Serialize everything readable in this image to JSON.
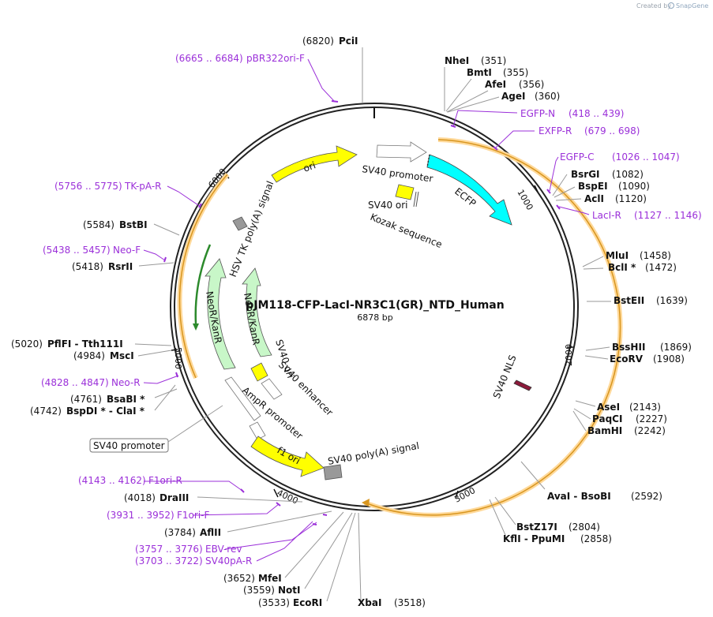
{
  "credit": {
    "prefix": "Created by",
    "brand": "SnapGene"
  },
  "plasmid": {
    "name": "pJM118-CFP-LacI-NR3C1(GR)_NTD_Human",
    "length": "6878 bp"
  },
  "ticks": [
    "1000",
    "2000",
    "3000",
    "4000",
    "5000",
    "6000"
  ],
  "enzymes": {
    "pcii": {
      "name": "PciI",
      "pos": "(6820)"
    },
    "nhei": {
      "name": "NheI",
      "pos": "(351)"
    },
    "bmti": {
      "name": "BmtI",
      "pos": "(355)"
    },
    "afei": {
      "name": "AfeI",
      "pos": "(356)"
    },
    "agei": {
      "name": "AgeI",
      "pos": "(360)"
    },
    "bsrgi": {
      "name": "BsrGI",
      "pos": "(1082)"
    },
    "bspei": {
      "name": "BspEI",
      "pos": "(1090)"
    },
    "acli": {
      "name": "AclI",
      "pos": "(1120)"
    },
    "mlui": {
      "name": "MluI",
      "pos": "(1458)"
    },
    "bcli": {
      "name": "BclI *",
      "pos": "(1472)"
    },
    "bsteii": {
      "name": "BstEII",
      "pos": "(1639)"
    },
    "bsshii": {
      "name": "BssHII",
      "pos": "(1869)"
    },
    "ecorv": {
      "name": "EcoRV",
      "pos": "(1908)"
    },
    "asei": {
      "name": "AseI",
      "pos": "(2143)"
    },
    "paqci": {
      "name": "PaqCI",
      "pos": "(2227)"
    },
    "bamhi": {
      "name": "BamHI",
      "pos": "(2242)"
    },
    "avai": {
      "name": "AvaI  -  BsoBI",
      "pos": "(2592)"
    },
    "bstz17i": {
      "name": "BstZ17I",
      "pos": "(2804)"
    },
    "kfli": {
      "name": "KflI  -  PpuMI",
      "pos": "(2858)"
    },
    "xbai": {
      "name": "XbaI",
      "pos": "(3518)"
    },
    "ecori": {
      "name": "EcoRI",
      "pos": "(3533)"
    },
    "noti": {
      "name": "NotI",
      "pos": "(3559)"
    },
    "mfei": {
      "name": "MfeI",
      "pos": "(3652)"
    },
    "aflii": {
      "name": "AflII",
      "pos": "(3784)"
    },
    "draiii": {
      "name": "DraIII",
      "pos": "(4018)"
    },
    "bspdi": {
      "name": "BspDI *  -  ClaI *",
      "pos": "(4742)"
    },
    "bsabi": {
      "name": "BsaBI *",
      "pos": "(4761)"
    },
    "msci": {
      "name": "MscI",
      "pos": "(4984)"
    },
    "pflfi": {
      "name": "PflFI  -  Tth111I",
      "pos": "(5020)"
    },
    "rsrii": {
      "name": "RsrII",
      "pos": "(5418)"
    },
    "bstbi": {
      "name": "BstBI",
      "pos": "(5584)"
    }
  },
  "primers": {
    "pbr322": {
      "name": "pBR322ori-F",
      "range": "(6665 .. 6684)"
    },
    "egfpn": {
      "name": "EGFP-N",
      "range": "(418 .. 439)"
    },
    "exfpr": {
      "name": "EXFP-R",
      "range": "(679 .. 698)"
    },
    "egfpc": {
      "name": "EGFP-C",
      "range": "(1026 .. 1047)"
    },
    "lacir": {
      "name": "LacI-R",
      "range": "(1127 .. 1146)"
    },
    "tkpar": {
      "name": "TK-pA-R",
      "range": "(5756 .. 5775)"
    },
    "neof": {
      "name": "Neo-F",
      "range": "(5438 .. 5457)"
    },
    "neor": {
      "name": "Neo-R",
      "range": "(4828 .. 4847)"
    },
    "f1orir": {
      "name": "F1ori-R",
      "range": "(4143 .. 4162)"
    },
    "f1orif": {
      "name": "F1ori-F",
      "range": "(3931 .. 3952)"
    },
    "ebvrev": {
      "name": "EBV-rev",
      "range": "(3757 .. 3776)"
    },
    "sv40par": {
      "name": "SV40pA-R",
      "range": "(3703 .. 3722)"
    }
  },
  "features": {
    "ori": "ori",
    "sv40_promoter_top": "SV40 promoter",
    "ecfp": "ECFP",
    "sv40_ori_top": "SV40 ori",
    "kozak": "Kozak sequence",
    "hsv_tk": "HSV TK poly(A) signal",
    "neokanr_outer": "NeoR/KanR",
    "neokanr_inner": "NeoR/KanR",
    "sv40_ori_inner": "SV40 ori",
    "sv40_enhancer": "SV40 enhancer",
    "ampr_promoter": "AmpR promoter",
    "f1_ori": "f1 ori",
    "sv40_polya": "SV40 poly(A) signal",
    "sv40_nls": "SV40 NLS",
    "sv40_promoter_box": "SV40 promoter"
  },
  "colors": {
    "backbone": "#222222",
    "primer": "#9b30d9",
    "yellow_feature": "#ffff00",
    "cyan_feature": "#00ffff",
    "green_feature": "#c8f7c8",
    "orf_arrow": "#e2a43c",
    "nls": "#8b1a3a"
  }
}
